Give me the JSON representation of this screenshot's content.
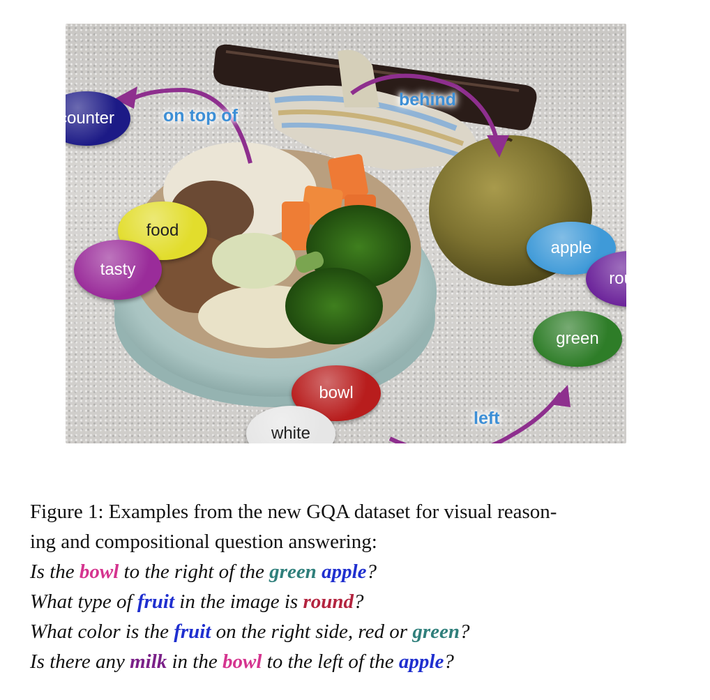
{
  "figure": {
    "nodes": {
      "counter": {
        "label": "counter",
        "color": "#1c1a86"
      },
      "food": {
        "label": "food",
        "color": "#e2dd2c"
      },
      "tasty": {
        "label": "tasty",
        "color": "#9a2c9a"
      },
      "bowl": {
        "label": "bowl",
        "color": "#b81d1d"
      },
      "white": {
        "label": "white",
        "color": "#e6e6e6"
      },
      "apple": {
        "label": "apple",
        "color": "#3f9ad8"
      },
      "round": {
        "label": "round",
        "color": "#6a2199"
      },
      "green": {
        "label": "green",
        "color": "#2e7d28"
      }
    },
    "edges": {
      "on_top_of": "on top of",
      "behind": "behind",
      "left": "left"
    },
    "arrow_color": "#8e2f8e"
  },
  "caption": {
    "line1": "Figure 1: Examples from the new GQA dataset for visual reason-",
    "line2": "ing and compositional question answering:",
    "q1": {
      "p1": "Is the ",
      "w1": "bowl",
      "p2": " to the right of the ",
      "w2": "green",
      "p3": " ",
      "w3": "apple",
      "p4": "?"
    },
    "q2": {
      "p1": "What type of ",
      "w1": "fruit",
      "p2": " in the image is ",
      "w2": "round",
      "p3": "?"
    },
    "q3": {
      "p1": "What color is the ",
      "w1": "fruit",
      "p2": " on the right side, red or ",
      "w2": "green",
      "p3": "?"
    },
    "q4": {
      "p1": "Is there any ",
      "w1": "milk",
      "p2": " in the ",
      "w2": "bowl",
      "p3": " to the left of the ",
      "w3": "apple",
      "p4": "?"
    },
    "colors": {
      "pink": "#d5348f",
      "teal": "#2f7f7b",
      "blue": "#1f2fcf",
      "crimson": "#b3243f",
      "purple": "#7a2088"
    }
  }
}
